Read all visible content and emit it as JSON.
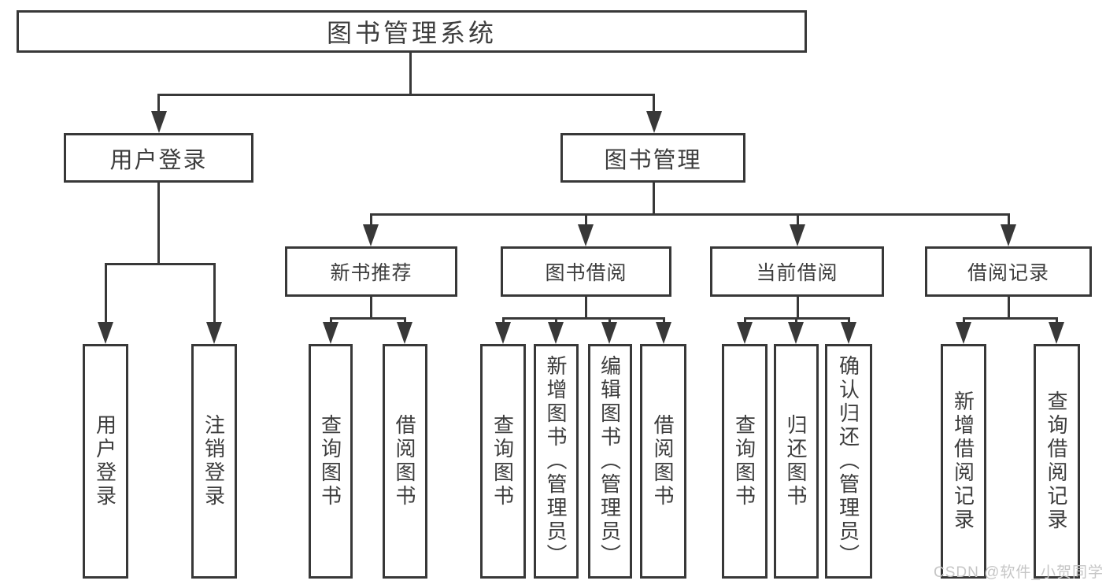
{
  "nodes": {
    "root": {
      "label": "图书管理系统"
    },
    "user_login": {
      "label": "用户登录"
    },
    "book_mgmt": {
      "label": "图书管理"
    },
    "new_books": {
      "label": "新书推荐"
    },
    "book_borrow": {
      "label": "图书借阅"
    },
    "current_borrow": {
      "label": "当前借阅"
    },
    "borrow_records": {
      "label": "借阅记录"
    },
    "leaf_user_login": {
      "label": "用户登录"
    },
    "leaf_logout": {
      "label": "注销登录"
    },
    "leaf_nb_query": {
      "label": "查询图书"
    },
    "leaf_nb_borrow": {
      "label": "借阅图书"
    },
    "leaf_bw_query": {
      "label": "查询图书"
    },
    "leaf_bw_add": {
      "label": "新增图书（管理员）"
    },
    "leaf_bw_edit": {
      "label": "编辑图书（管理员）"
    },
    "leaf_bw_borrow": {
      "label": "借阅图书"
    },
    "leaf_cur_query": {
      "label": "查询图书"
    },
    "leaf_cur_return": {
      "label": "归还图书"
    },
    "leaf_cur_confirm": {
      "label": "确认归还（管理员）"
    },
    "leaf_rec_add": {
      "label": "新增借阅记录"
    },
    "leaf_rec_query": {
      "label": "查询借阅记录"
    }
  },
  "watermark": {
    "text": "CSDN @软件_小贺同学"
  },
  "colors": {
    "line": "#383838",
    "box_border": "#383838",
    "text": "#3d3d3d",
    "background": "#ffffff",
    "watermark": "#c6c6c6"
  }
}
